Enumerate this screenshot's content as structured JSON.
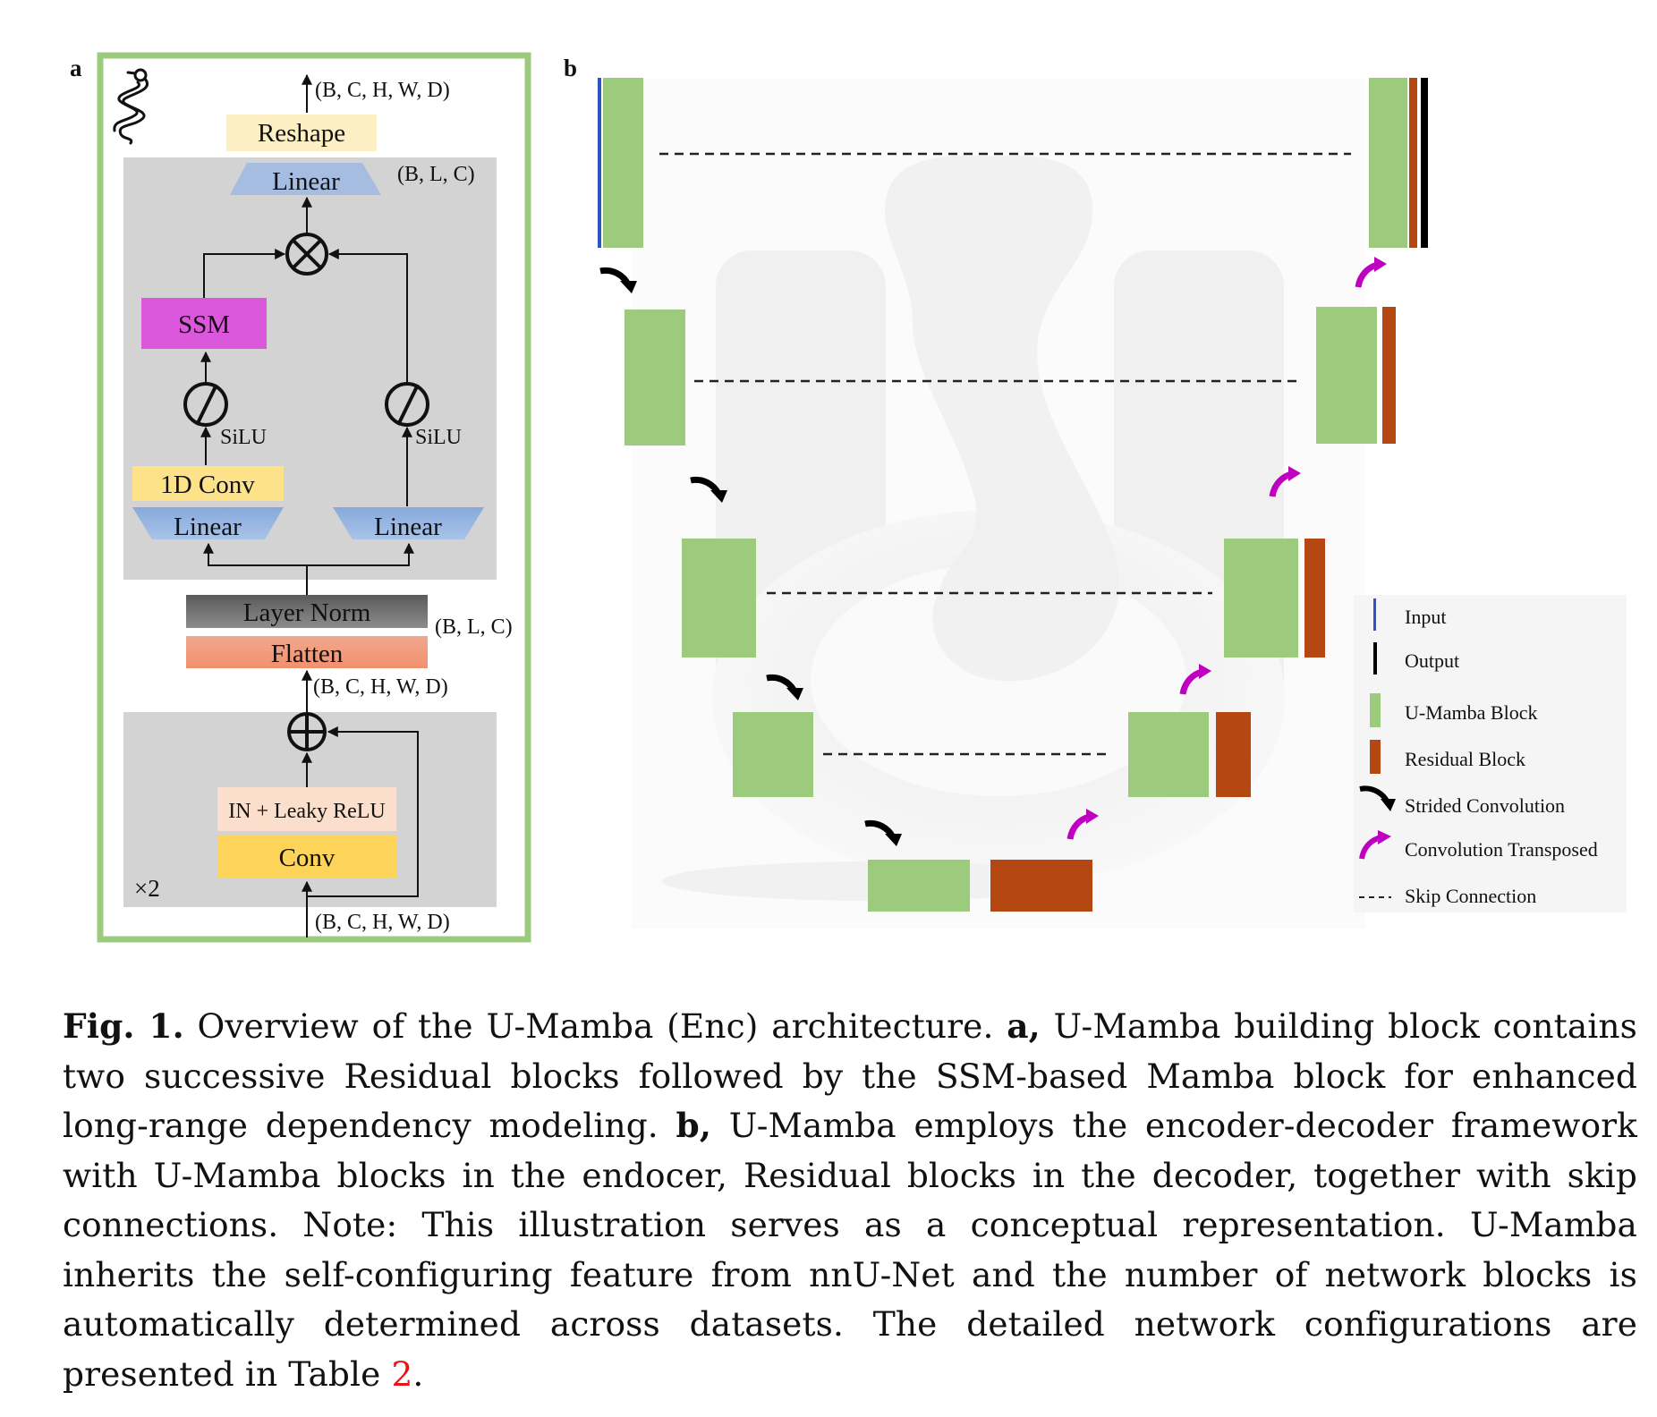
{
  "panel_a": {
    "label": "a",
    "top_shape": "(B, C, H, W, D)",
    "reshape": "Reshape",
    "linear_top": "Linear",
    "mamba_shape": "(B, L, C)",
    "multiply_symbol": "⊗",
    "ssm": "SSM",
    "silu_left": "SiLU",
    "silu_right": "SiLU",
    "conv1d": "1D Conv",
    "linear_left": "Linear",
    "linear_right": "Linear",
    "layer_norm": "Layer Norm",
    "flatten": "Flatten",
    "flatten_shape": "(B, L, C)",
    "mid_shape": "(B, C, H, W, D)",
    "add_symbol": "⊕",
    "in_leaky_relu": "IN + Leaky ReLU",
    "conv": "Conv",
    "repeat": "×2",
    "bottom_shape": "(B, C, H, W, D)",
    "icon": "snake-icon",
    "colors": {
      "border": "#9ccb7e",
      "gray_box": "#d3d3d3",
      "reshape": "#fdefc4",
      "linear": "#a6bce0",
      "ssm": "#db57dc",
      "conv1d": "#fde28a",
      "layer_norm": "#6b6b6b",
      "flatten": "#f29677",
      "in_leaky_relu": "#fbdfcc",
      "conv": "#fdd35a"
    }
  },
  "panel_b": {
    "label": "b",
    "colors": {
      "input": "#2f55c4",
      "output": "#000000",
      "umamba": "#9ccb7e",
      "residual": "#b54712",
      "strided": "#000000",
      "transposed": "#c000c0"
    },
    "legend": [
      {
        "key": "input",
        "label": "Input"
      },
      {
        "key": "output",
        "label": "Output"
      },
      {
        "key": "umamba",
        "label": "U-Mamba Block"
      },
      {
        "key": "residual",
        "label": "Residual Block"
      },
      {
        "key": "strided",
        "label": "Strided Convolution"
      },
      {
        "key": "transposed",
        "label": "Convolution Transposed"
      },
      {
        "key": "skip",
        "label": "Skip Connection"
      }
    ]
  },
  "caption": {
    "fig_label": "Fig. 1.",
    "part1": " Overview of the U-Mamba (Enc) architecture. ",
    "a_label": "a,",
    "part2": " U-Mamba building block contains two successive Residual blocks followed by the SSM-based Mamba block for enhanced long-range dependency modeling. ",
    "b_label": "b,",
    "part3": " U-Mamba employs the encoder-decoder framework with U-Mamba blocks in the endocer, Residual blocks in the decoder, together with skip connections. Note: This illustration serves as a conceptual representation. U-Mamba inherits the self-configuring feature from nnU-Net and the number of network blocks is automatically determined across datasets. The detailed network configurations are presented in Table ",
    "table_ref": "2",
    "part4": "."
  }
}
